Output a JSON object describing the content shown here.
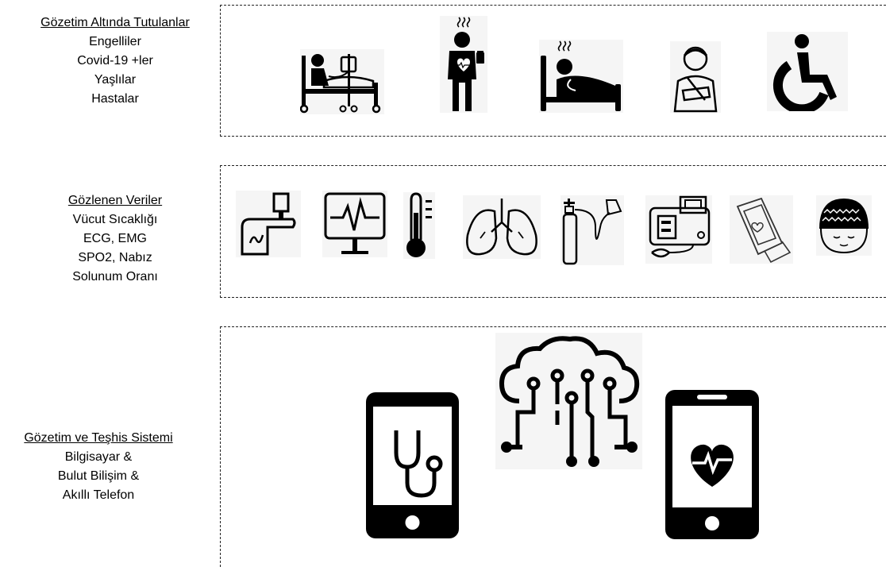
{
  "sections": [
    {
      "title": "Gözetim Altında Tutulanlar",
      "items": [
        "Engelliler",
        "Covid-19 +ler",
        "Yaşlılar",
        "Hastalar"
      ],
      "icons": [
        "hospital-bed-patient-icon",
        "sick-person-icon",
        "sick-in-bed-icon",
        "injured-arm-sling-icon",
        "wheelchair-icon"
      ]
    },
    {
      "title": "Gözlenen Veriler",
      "items": [
        "Vücut Sıcaklığı",
        "ECG, EMG",
        "SPO2, Nabız",
        "Solunum Oranı"
      ],
      "icons": [
        "pulse-oximeter-finger-icon",
        "ecg-monitor-icon",
        "thermometer-icon",
        "lungs-icon",
        "oxygen-tank-mask-icon",
        "blood-pressure-monitor-icon",
        "smartwatch-heart-rate-icon",
        "eeg-cap-icon"
      ]
    },
    {
      "title": "Gözetim ve Teşhis Sistemi",
      "items": [
        "Bilgisayar &",
        "Bulut Bilişim &",
        "Akıllı Telefon"
      ],
      "icons": [
        "phone-stethoscope-icon",
        "cloud-computing-icon",
        "phone-heart-icon"
      ]
    }
  ]
}
